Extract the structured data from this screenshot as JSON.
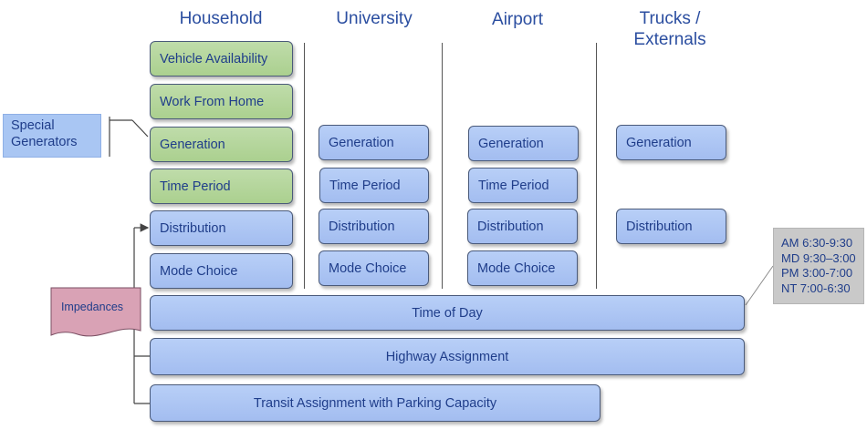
{
  "headers": {
    "household": "Household",
    "university": "University",
    "airport": "Airport",
    "trucks": "Trucks /\nExternals"
  },
  "household": {
    "vehicle_availability": "Vehicle Availability",
    "work_from_home": "Work From Home",
    "generation": "Generation",
    "time_period": "Time Period",
    "distribution": "Distribution",
    "mode_choice": "Mode Choice"
  },
  "university": {
    "generation": "Generation",
    "time_period": "Time Period",
    "distribution": "Distribution",
    "mode_choice": "Mode Choice"
  },
  "airport": {
    "generation": "Generation",
    "time_period": "Time Period",
    "distribution": "Distribution",
    "mode_choice": "Mode Choice"
  },
  "trucks": {
    "generation": "Generation",
    "distribution": "Distribution"
  },
  "special_generators": "Special Generators",
  "impedances": "Impedances",
  "time_of_day": "Time of Day",
  "highway_assignment": "Highway Assignment",
  "transit_assignment": "Transit Assignment with Parking Capacity",
  "time_of_day_periods": [
    "AM 6:30-9:30",
    "MD 9:30–3:00",
    "PM 3:00-7:00",
    "NT 7:00-6:30"
  ],
  "colors": {
    "header_text": "#2b4ea0",
    "blue_box": "#a8c1f2",
    "green_box": "#b3d597",
    "impedances": "#d9a2b5",
    "time_periods_box": "#c9c9c9"
  }
}
